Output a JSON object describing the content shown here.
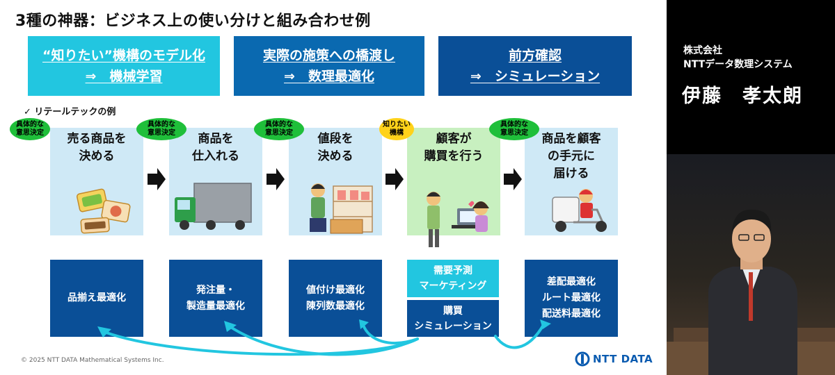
{
  "slide": {
    "title": "3種の神器：ビジネス上の使い分けと組み合わせ例",
    "banners": [
      {
        "line1": "“知りたい”機構のモデル化",
        "line2": "⇒　機械学習"
      },
      {
        "line1": "実際の施策への橋渡し",
        "line2": "⇒　数理最適化"
      },
      {
        "line1": "前方確認",
        "line2": "⇒　シミュレーション"
      }
    ],
    "subhead": "✓ リテールテックの例",
    "steps": [
      {
        "badge": "具体的な\n意思決定",
        "label": "売る商品を\n決める"
      },
      {
        "badge": "具体的な\n意思決定",
        "label": "商品を\n仕入れる"
      },
      {
        "badge": "具体的な\n意思決定",
        "label": "値段を\n決める"
      },
      {
        "badge": "知りたい\n機構",
        "label": "顧客が\n購買を行う"
      },
      {
        "badge": "具体的な\n意思決定",
        "label": "商品を顧客\nの手元に\n届ける"
      }
    ],
    "solutions": {
      "s1": "品揃え最適化",
      "s2": "発注量・\n製造量最適化",
      "s3": "値付け最適化\n陳列数最適化",
      "s4a": "需要予測\nマーケティング",
      "s4b": "購買\nシミュレーション",
      "s5": "差配最適化\nルート最適化\n配送料最適化"
    },
    "footer": "© 2025 NTT DATA Mathematical Systems Inc.",
    "logo": "NTT DATA",
    "colors": {
      "cyan": "#22c6e0",
      "blue": "#0a69b0",
      "navy": "#0a4f97",
      "badge_green": "#1fbf3a",
      "badge_yellow": "#ffd21a"
    }
  },
  "speaker_panel": {
    "company": "株式会社\nNTTデータ数理システム",
    "name": "伊藤　孝太朗"
  }
}
